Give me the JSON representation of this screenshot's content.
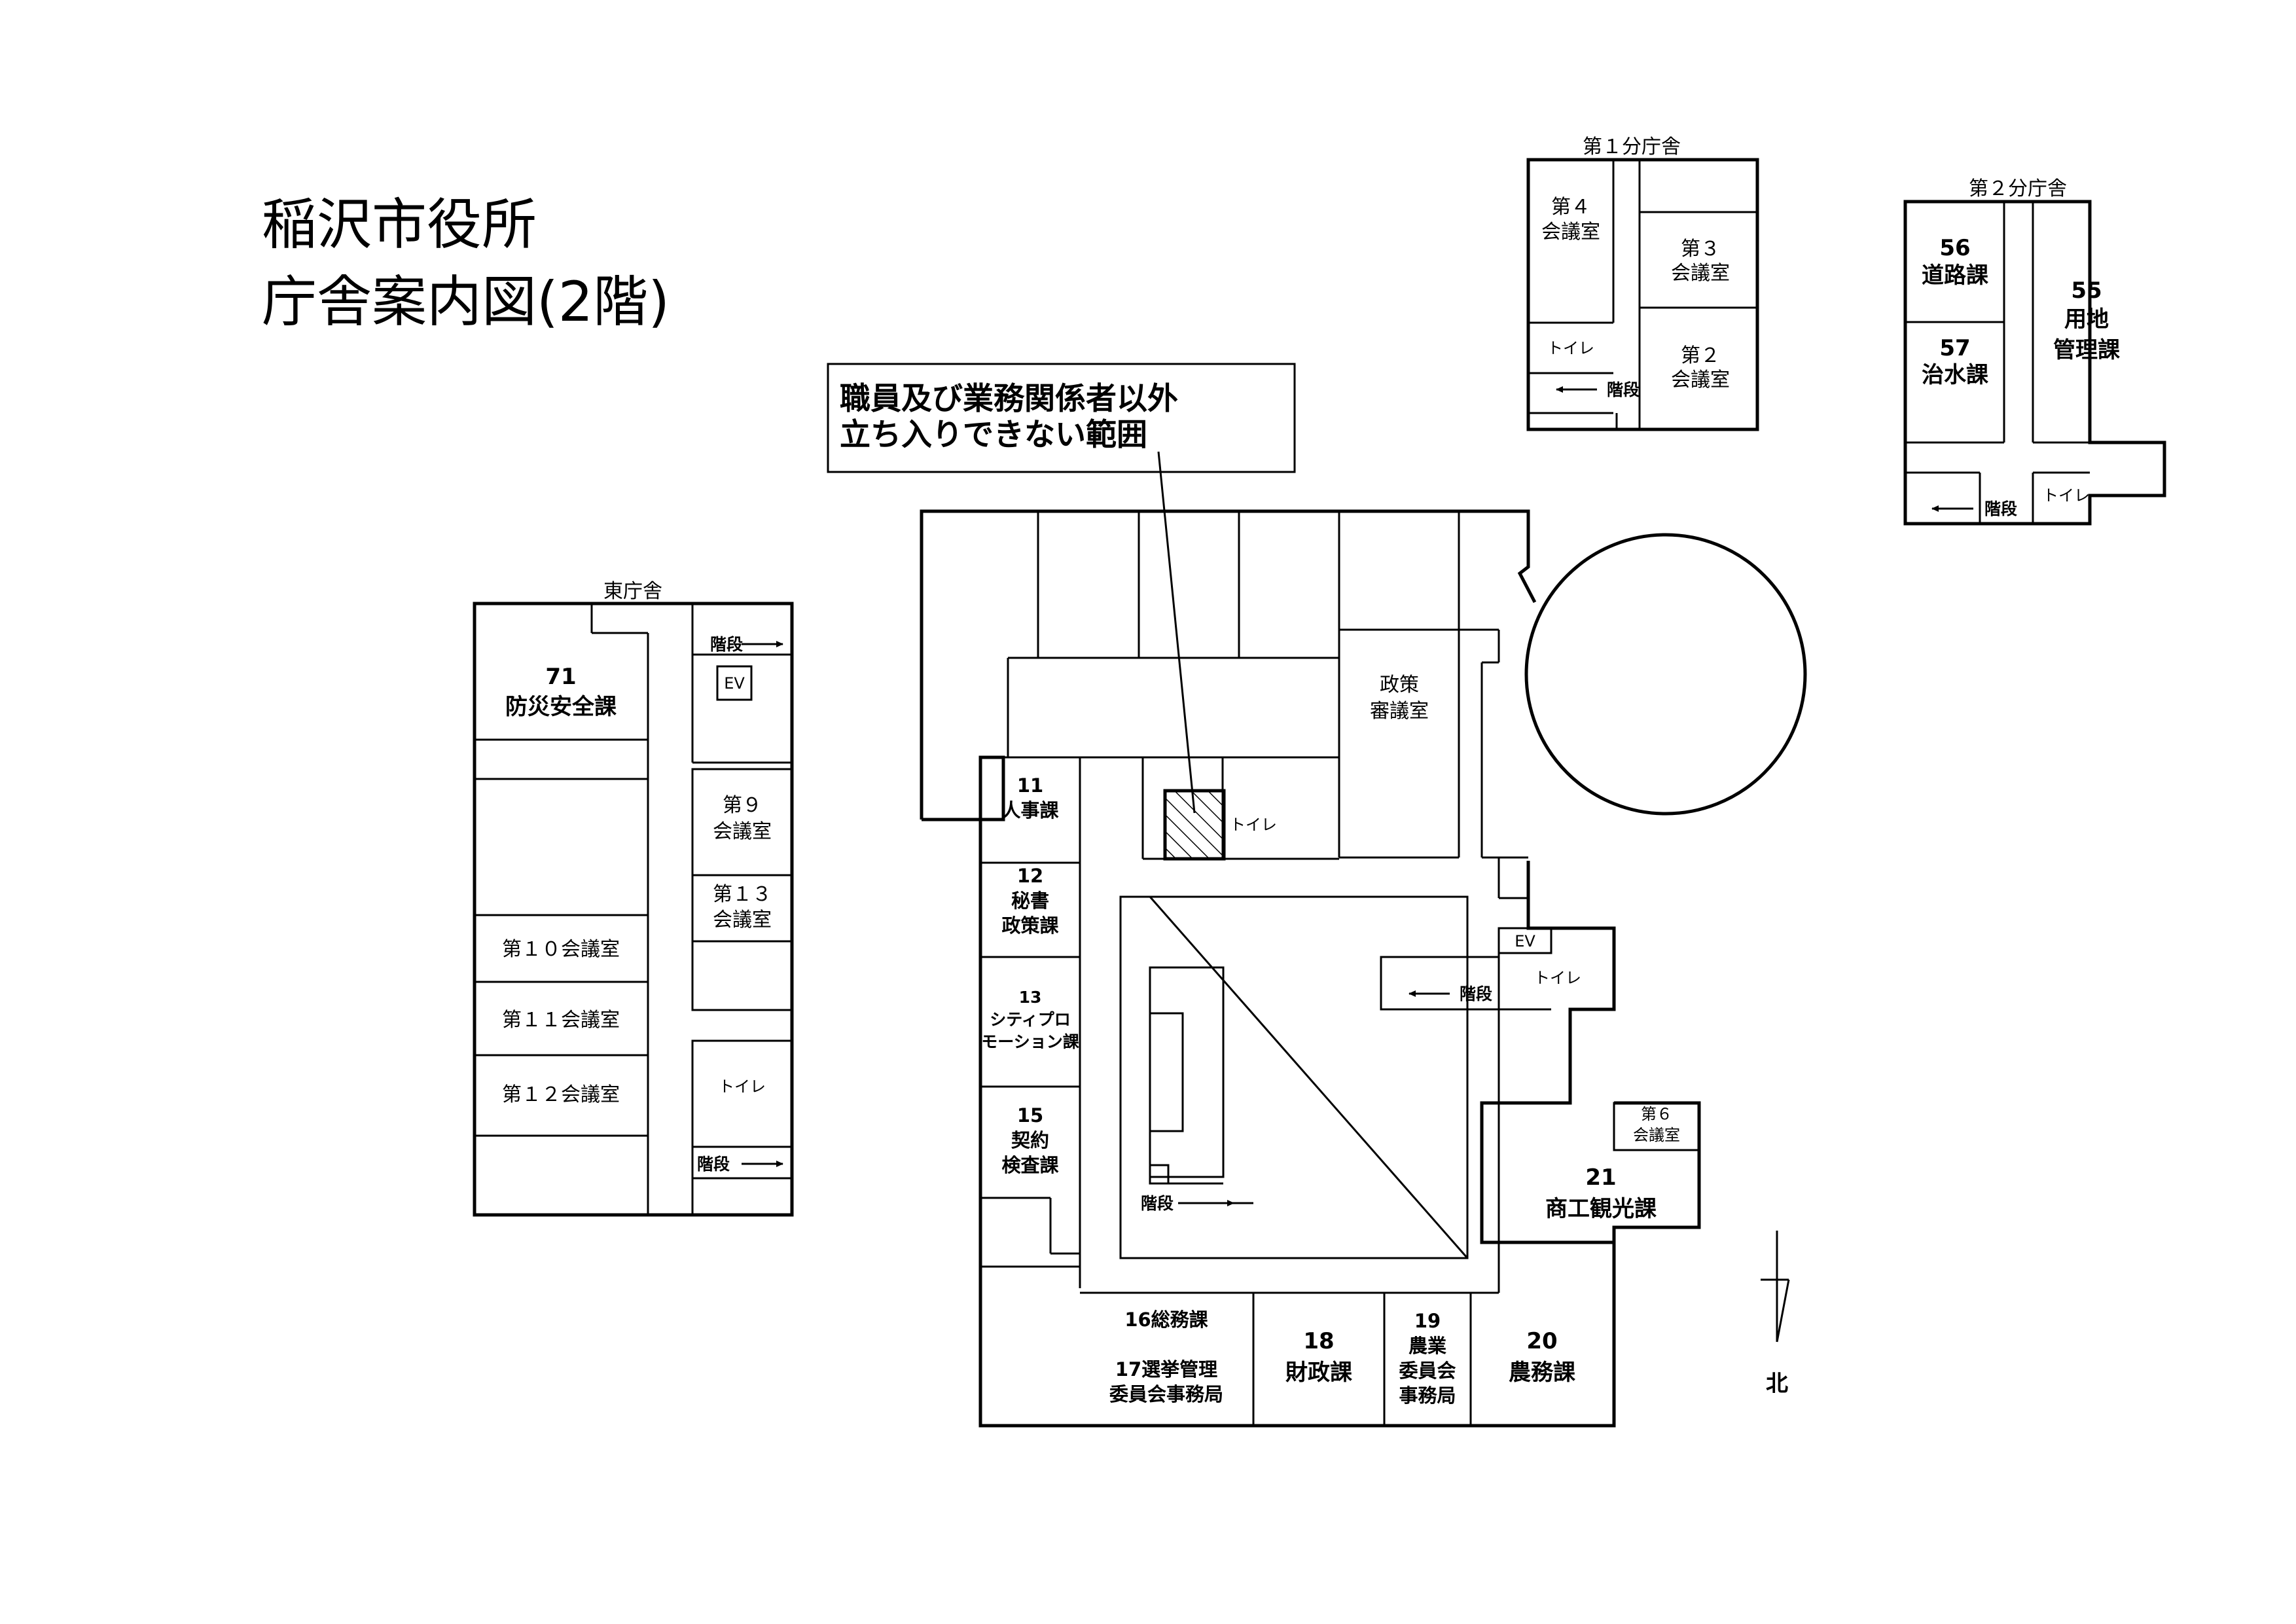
{
  "title": {
    "line1": "稲沢市役所",
    "line2": "庁舎案内図(2階)"
  },
  "restricted_note": {
    "line1": "職員及び業務関係者以外",
    "line2": "立ち入りできない範囲"
  },
  "north": "北",
  "common": {
    "toilet": "トイレ",
    "stairs": "階段",
    "ev": "EV",
    "meeting_room": "会議室"
  },
  "annex1": {
    "name": "第１分庁舎",
    "rooms": {
      "m4_a": "第４",
      "m3_a": "第３",
      "m2_a": "第２"
    }
  },
  "annex2": {
    "name": "第２分庁舎",
    "rooms": {
      "r56_num": "56",
      "r56_name": "道路課",
      "r57_num": "57",
      "r57_name": "治水課",
      "r55_num": "55",
      "r55_a": "用地",
      "r55_b": "管理課"
    }
  },
  "east": {
    "name": "東庁舎",
    "rooms": {
      "r71_num": "71",
      "r71_name": "防災安全課",
      "m9_a": "第９",
      "m13_a": "第１３",
      "m10": "第１０会議室",
      "m11": "第１１会議室",
      "m12": "第１２会議室"
    }
  },
  "main": {
    "policy_a": "政策",
    "policy_b": "審議室",
    "r11_num": "11",
    "r11_name": "人事課",
    "r12_num": "12",
    "r12_a": "秘書",
    "r12_b": "政策課",
    "r13_num": "13",
    "r13_a": "シティプロ",
    "r13_b": "モーション課",
    "r15_num": "15",
    "r15_a": "契約",
    "r15_b": "検査課",
    "r16": "16総務課",
    "r17_a": "17選挙管理",
    "r17_b": "委員会事務局",
    "r18_num": "18",
    "r18_name": "財政課",
    "r19_num": "19",
    "r19_a": "農業",
    "r19_b": "委員会",
    "r19_c": "事務局",
    "r20_num": "20",
    "r20_name": "農務課",
    "r21_num": "21",
    "r21_name": "商工観光課",
    "m6_a": "第６"
  }
}
